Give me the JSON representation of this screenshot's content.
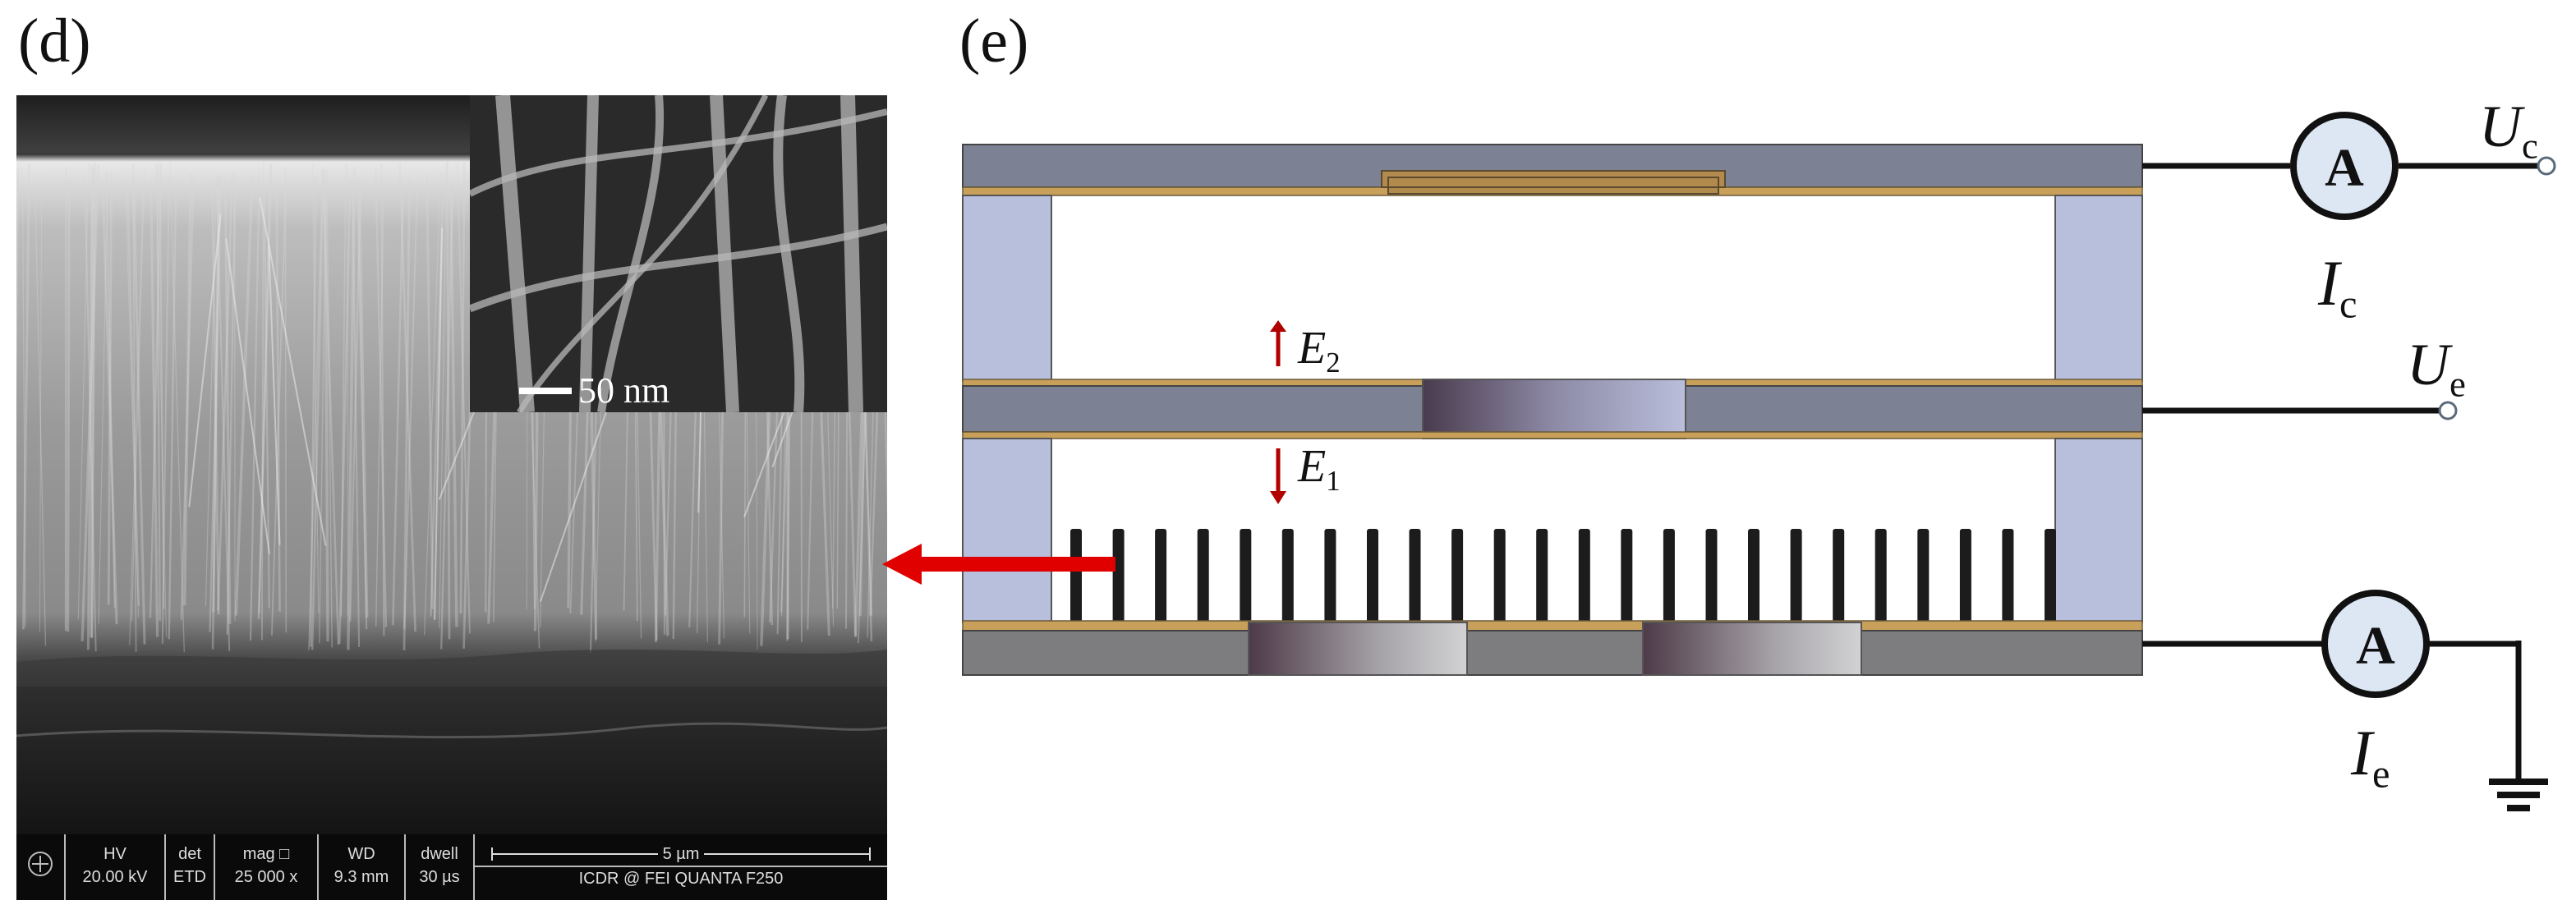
{
  "panels": {
    "left_label": "(d)",
    "right_label": "(e)"
  },
  "sem": {
    "inset_scale": "50 nm",
    "bar": {
      "hv_label": "HV",
      "hv_value": "20.00 kV",
      "det_label": "det",
      "det_value": "ETD",
      "mag_label": "mag □",
      "mag_value": "25 000 x",
      "wd_label": "WD",
      "wd_value": "9.3 mm",
      "dwell_label": "dwell",
      "dwell_value": "30 µs",
      "scale_label": "5 µm",
      "instrument": "ICDR @ FEI QUANTA  F250"
    }
  },
  "diagram": {
    "field_top": {
      "symbol": "E",
      "sub": "2"
    },
    "field_bottom": {
      "symbol": "E",
      "sub": "1"
    },
    "collector_voltage": {
      "symbol": "U",
      "sub": "c"
    },
    "extractor_voltage": {
      "symbol": "U",
      "sub": "e"
    },
    "collector_current": {
      "symbol": "I",
      "sub": "c"
    },
    "emitter_current": {
      "symbol": "I",
      "sub": "e"
    },
    "ammeter_top": "A",
    "ammeter_bottom": "A",
    "colors": {
      "plate_gray": "#7c8294",
      "spacer_blue": "#b7bfdc",
      "gold": "#c9a05a",
      "arrow_red": "#e00000",
      "field_arrow": "#b00000",
      "base_gray": "#7d7d80",
      "tip_black": "#1c1c1c",
      "ammeter_fill": "#dde7f4"
    }
  }
}
